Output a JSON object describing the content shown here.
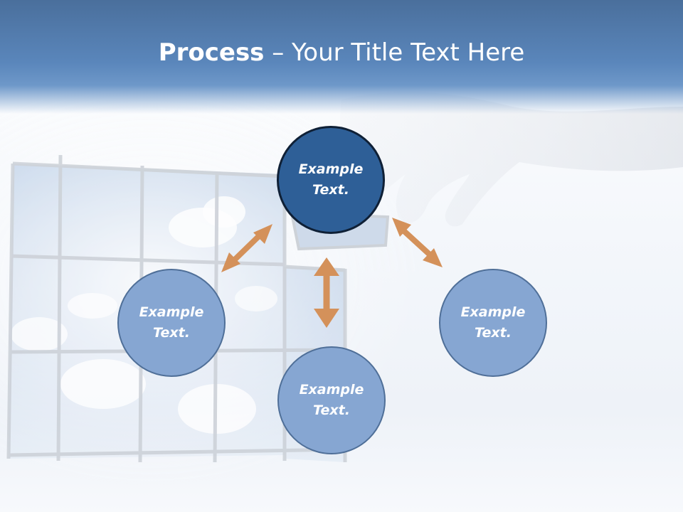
{
  "slide": {
    "title_bold": "Process",
    "title_rest": " – Your Title Text Here"
  },
  "nodes": {
    "top": {
      "line1": "Example",
      "line2": "Text."
    },
    "left": {
      "line1": "Example",
      "line2": "Text."
    },
    "right": {
      "line1": "Example",
      "line2": "Text."
    },
    "bottom": {
      "line1": "Example",
      "line2": "Text."
    }
  },
  "colors": {
    "header_blue": "#5a86bb",
    "node_light": "#86a6d2",
    "node_dark": "#2e5f97",
    "arrow": "#d4915a"
  }
}
